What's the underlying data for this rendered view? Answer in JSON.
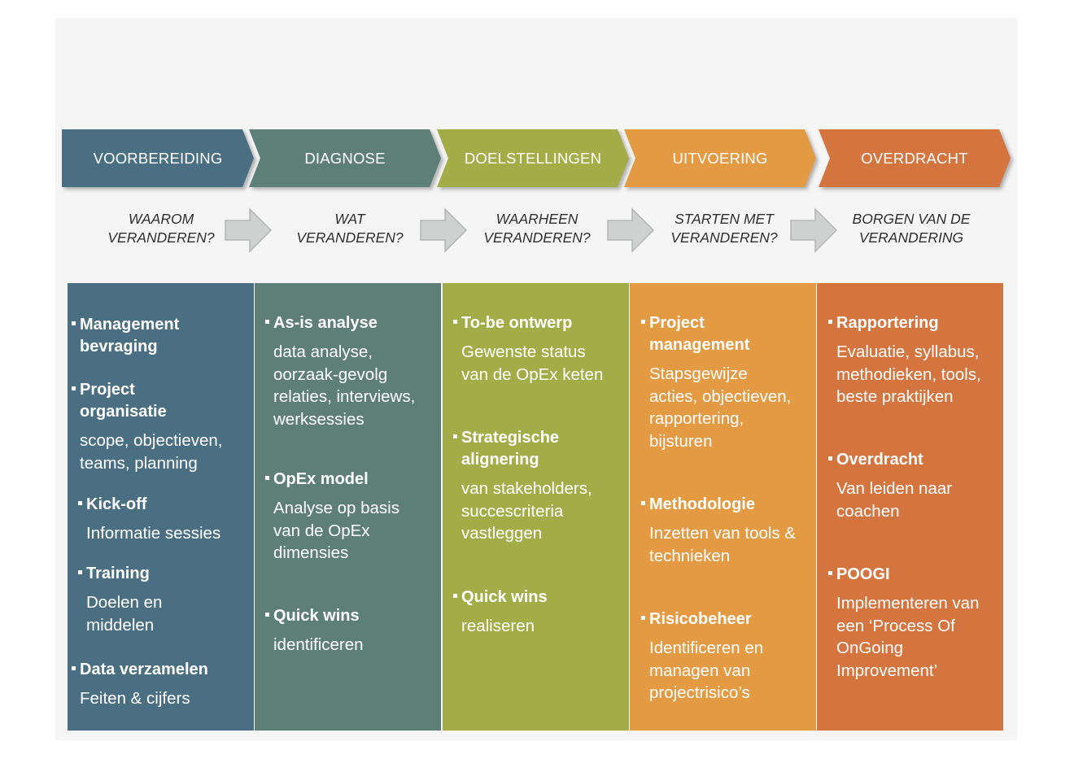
{
  "phases": [
    {
      "label": "VOORBEREIDING",
      "q1": "WAAROM",
      "q2": "VERANDEREN?",
      "color": "#4b6f82"
    },
    {
      "label": "DIAGNOSE",
      "q1": "WAT",
      "q2": "VERANDEREN?",
      "color": "#5e7f75"
    },
    {
      "label": "DOELSTELLINGEN",
      "q1": "WAARHEEN",
      "q2": "VERANDEREN?",
      "color": "#a2ad47"
    },
    {
      "label": "UITVOERING",
      "q1": "STARTEN MET",
      "q2": "VERANDEREN?",
      "color": "#e39a42"
    },
    {
      "label": "OVERDRACHT",
      "q1": "BORGEN VAN DE",
      "q2": "VERANDERING",
      "color": "#d4743f"
    }
  ],
  "columns": [
    {
      "color": "#4b6f82",
      "items": [
        {
          "head": [
            "Management",
            "bevraging"
          ],
          "desc": []
        },
        {
          "head": [
            "Project",
            "organisatie"
          ],
          "desc": [
            "scope, objectieven,",
            "teams, planning"
          ]
        },
        {
          "head": [
            "Kick-off"
          ],
          "desc": [
            "Informatie sessies"
          ]
        },
        {
          "head": [
            "Training"
          ],
          "desc": [
            "Doelen en",
            "middelen"
          ]
        },
        {
          "head": [
            "Data verzamelen"
          ],
          "desc": [
            "Feiten & cijfers"
          ]
        }
      ]
    },
    {
      "color": "#5e7f75",
      "items": [
        {
          "head": [
            "As-is analyse"
          ],
          "desc": [
            "data analyse,",
            "oorzaak-gevolg",
            "relaties, interviews,",
            "werksessies"
          ]
        },
        {
          "head": [
            "OpEx model"
          ],
          "desc": [
            "Analyse op basis",
            "van de OpEx",
            "dimensies"
          ]
        },
        {
          "head": [
            "Quick wins"
          ],
          "desc": [
            "identificeren"
          ]
        }
      ]
    },
    {
      "color": "#a2ad47",
      "items": [
        {
          "head": [
            "To-be ontwerp"
          ],
          "desc": [
            "Gewenste status",
            "van de OpEx keten"
          ]
        },
        {
          "head": [
            "Strategische",
            "alignering"
          ],
          "desc": [
            "van stakeholders,",
            "succescriteria",
            "vastleggen"
          ]
        },
        {
          "head": [
            "Quick wins"
          ],
          "desc": [
            "realiseren"
          ]
        }
      ]
    },
    {
      "color": "#e39a42",
      "items": [
        {
          "head": [
            "Project",
            "management"
          ],
          "desc": [
            "Stapsgewijze",
            "acties, objectieven,",
            "rapportering,",
            "bijsturen"
          ]
        },
        {
          "head": [
            "Methodologie"
          ],
          "desc": [
            "Inzetten van tools &",
            "technieken"
          ]
        },
        {
          "head": [
            "Risicobeheer"
          ],
          "desc": [
            "Identificeren en",
            "managen van",
            "projectrisico’s"
          ]
        }
      ]
    },
    {
      "color": "#d4743f",
      "items": [
        {
          "head": [
            "Rapportering"
          ],
          "desc": [
            "Evaluatie, syllabus,",
            "methodieken, tools,",
            "beste praktijken"
          ]
        },
        {
          "head": [
            "Overdracht"
          ],
          "desc": [
            "Van leiden naar",
            "coachen"
          ]
        },
        {
          "head": [
            "POOGI"
          ],
          "desc": [
            "Implementeren van",
            "een ‘Process Of",
            "OnGoing",
            "Improvement’"
          ]
        }
      ]
    }
  ]
}
